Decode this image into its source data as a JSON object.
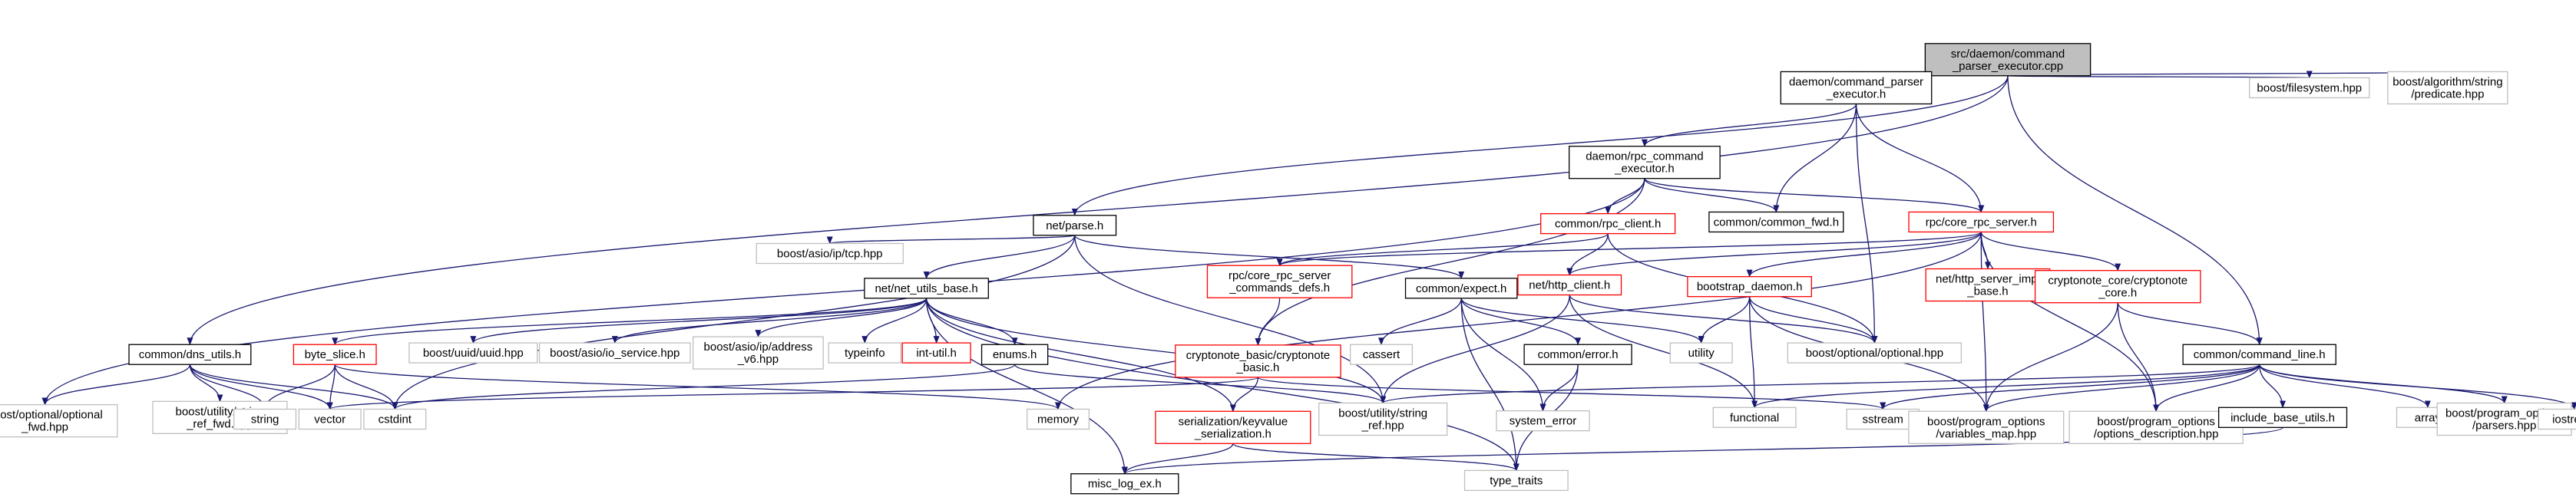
{
  "graph": {
    "colors": {
      "root_fill": "#bfbfbf",
      "root_stroke": "#000000",
      "documented_stroke": "#000000",
      "external_stroke": "#bfbfbf",
      "truncated_stroke": "#ff0000",
      "edge": "#191970",
      "text": "#000000"
    },
    "nodes": [
      {
        "id": "root",
        "kind": "root",
        "lines": [
          "src/daemon/command",
          "_parser_executor.cpp"
        ]
      },
      {
        "id": "cpe_h",
        "kind": "documented",
        "lines": [
          "daemon/command_parser",
          "_executor.h"
        ]
      },
      {
        "id": "fs",
        "kind": "external",
        "lines": [
          "boost/filesystem.hpp"
        ]
      },
      {
        "id": "pred",
        "kind": "external",
        "lines": [
          "boost/algorithm/string",
          "/predicate.hpp"
        ]
      },
      {
        "id": "rce",
        "kind": "documented",
        "lines": [
          "daemon/rpc_command",
          "_executor.h"
        ]
      },
      {
        "id": "parse",
        "kind": "documented",
        "lines": [
          "net/parse.h"
        ]
      },
      {
        "id": "rpcc",
        "kind": "truncated",
        "lines": [
          "common/rpc_client.h"
        ]
      },
      {
        "id": "cfwd",
        "kind": "documented",
        "lines": [
          "common/common_fwd.h"
        ]
      },
      {
        "id": "crs",
        "kind": "truncated",
        "lines": [
          "rpc/core_rpc_server.h"
        ]
      },
      {
        "id": "tcp",
        "kind": "external",
        "lines": [
          "boost/asio/ip/tcp.hpp"
        ]
      },
      {
        "id": "nub",
        "kind": "documented",
        "lines": [
          "net/net_utils_base.h"
        ]
      },
      {
        "id": "rcd",
        "kind": "truncated",
        "lines": [
          "rpc/core_rpc_server",
          "_commands_defs.h"
        ]
      },
      {
        "id": "expect",
        "kind": "documented",
        "lines": [
          "common/expect.h"
        ]
      },
      {
        "id": "http",
        "kind": "truncated",
        "lines": [
          "net/http_client.h"
        ]
      },
      {
        "id": "boot",
        "kind": "truncated",
        "lines": [
          "bootstrap_daemon.h"
        ]
      },
      {
        "id": "hsib",
        "kind": "truncated",
        "lines": [
          "net/http_server_impl",
          "_base.h"
        ]
      },
      {
        "id": "ccore",
        "kind": "truncated",
        "lines": [
          "cryptonote_core/cryptonote",
          "_core.h"
        ]
      },
      {
        "id": "dns",
        "kind": "documented",
        "lines": [
          "common/dns_utils.h"
        ]
      },
      {
        "id": "bslice",
        "kind": "truncated",
        "lines": [
          "byte_slice.h"
        ]
      },
      {
        "id": "uuid",
        "kind": "external",
        "lines": [
          "boost/uuid/uuid.hpp"
        ]
      },
      {
        "id": "iosvc",
        "kind": "external",
        "lines": [
          "boost/asio/io_service.hpp"
        ]
      },
      {
        "id": "ipv6",
        "kind": "external",
        "lines": [
          "boost/asio/ip/address",
          "_v6.hpp"
        ]
      },
      {
        "id": "typeinfo",
        "kind": "external",
        "lines": [
          "typeinfo"
        ]
      },
      {
        "id": "intutil",
        "kind": "truncated",
        "lines": [
          "int-util.h"
        ]
      },
      {
        "id": "enums",
        "kind": "documented",
        "lines": [
          "enums.h"
        ]
      },
      {
        "id": "cbasic",
        "kind": "truncated",
        "lines": [
          "cryptonote_basic/cryptonote",
          "_basic.h"
        ]
      },
      {
        "id": "cassert",
        "kind": "external",
        "lines": [
          "cassert"
        ]
      },
      {
        "id": "cerror",
        "kind": "documented",
        "lines": [
          "common/error.h"
        ]
      },
      {
        "id": "utility",
        "kind": "external",
        "lines": [
          "utility"
        ]
      },
      {
        "id": "opt",
        "kind": "external",
        "lines": [
          "boost/optional/optional.hpp"
        ]
      },
      {
        "id": "cmdline",
        "kind": "documented",
        "lines": [
          "common/command_line.h"
        ]
      },
      {
        "id": "optfwd",
        "kind": "external",
        "lines": [
          "boost/optional/optional",
          "_fwd.hpp"
        ]
      },
      {
        "id": "strref",
        "kind": "external",
        "lines": [
          "boost/utility/string",
          "_ref_fwd.hpp"
        ]
      },
      {
        "id": "string",
        "kind": "external",
        "lines": [
          "string"
        ]
      },
      {
        "id": "vector",
        "kind": "external",
        "lines": [
          "vector"
        ]
      },
      {
        "id": "cstdint",
        "kind": "external",
        "lines": [
          "cstdint"
        ]
      },
      {
        "id": "memory",
        "kind": "external",
        "lines": [
          "memory"
        ]
      },
      {
        "id": "serial",
        "kind": "truncated",
        "lines": [
          "serialization/keyvalue",
          "_serialization.h"
        ]
      },
      {
        "id": "strrefhpp",
        "kind": "external",
        "lines": [
          "boost/utility/string",
          "_ref.hpp"
        ]
      },
      {
        "id": "syserr",
        "kind": "external",
        "lines": [
          "system_error"
        ]
      },
      {
        "id": "functional",
        "kind": "external",
        "lines": [
          "functional"
        ]
      },
      {
        "id": "sstream",
        "kind": "external",
        "lines": [
          "sstream"
        ]
      },
      {
        "id": "vmap",
        "kind": "external",
        "lines": [
          "boost/program_options",
          "/variables_map.hpp"
        ]
      },
      {
        "id": "odesc",
        "kind": "external",
        "lines": [
          "boost/program_options",
          "/options_description.hpp"
        ]
      },
      {
        "id": "incbase",
        "kind": "documented",
        "lines": [
          "include_base_utils.h"
        ]
      },
      {
        "id": "array",
        "kind": "external",
        "lines": [
          "array"
        ]
      },
      {
        "id": "parsers",
        "kind": "external",
        "lines": [
          "boost/program_options",
          "/parsers.hpp"
        ]
      },
      {
        "id": "iostream",
        "kind": "external",
        "lines": [
          "iostream"
        ]
      },
      {
        "id": "misclog",
        "kind": "documented",
        "lines": [
          "misc_log_ex.h"
        ]
      },
      {
        "id": "typetraits",
        "kind": "external",
        "lines": [
          "type_traits"
        ]
      }
    ],
    "edges": [
      [
        "root",
        "cpe_h"
      ],
      [
        "root",
        "fs"
      ],
      [
        "root",
        "pred"
      ],
      [
        "root",
        "parse"
      ],
      [
        "root",
        "dns"
      ],
      [
        "root",
        "cmdline"
      ],
      [
        "cpe_h",
        "rce"
      ],
      [
        "cpe_h",
        "cfwd"
      ],
      [
        "cpe_h",
        "crs"
      ],
      [
        "cpe_h",
        "opt"
      ],
      [
        "rce",
        "rpcc"
      ],
      [
        "rce",
        "cfwd"
      ],
      [
        "rce",
        "crs"
      ],
      [
        "rce",
        "cbasic"
      ],
      [
        "rce",
        "optfwd"
      ],
      [
        "parse",
        "tcp"
      ],
      [
        "parse",
        "nub"
      ],
      [
        "parse",
        "expect"
      ],
      [
        "parse",
        "strrefhpp"
      ],
      [
        "parse",
        "cstdint"
      ],
      [
        "rpcc",
        "rcd"
      ],
      [
        "rpcc",
        "http"
      ],
      [
        "rpcc",
        "opt"
      ],
      [
        "crs",
        "rcd"
      ],
      [
        "crs",
        "http"
      ],
      [
        "crs",
        "boot"
      ],
      [
        "crs",
        "hsib"
      ],
      [
        "crs",
        "ccore"
      ],
      [
        "crs",
        "memory"
      ],
      [
        "crs",
        "vmap"
      ],
      [
        "crs",
        "odesc"
      ],
      [
        "nub",
        "bslice"
      ],
      [
        "nub",
        "uuid"
      ],
      [
        "nub",
        "iosvc"
      ],
      [
        "nub",
        "ipv6"
      ],
      [
        "nub",
        "typeinfo"
      ],
      [
        "nub",
        "intutil"
      ],
      [
        "nub",
        "enums"
      ],
      [
        "nub",
        "serial"
      ],
      [
        "nub",
        "misclog"
      ],
      [
        "nub",
        "strrefhpp"
      ],
      [
        "nub",
        "typetraits"
      ],
      [
        "rcd",
        "cbasic"
      ],
      [
        "expect",
        "cassert"
      ],
      [
        "expect",
        "cerror"
      ],
      [
        "expect",
        "syserr"
      ],
      [
        "expect",
        "typetraits"
      ],
      [
        "expect",
        "utility"
      ],
      [
        "http",
        "opt"
      ],
      [
        "http",
        "functional"
      ],
      [
        "http",
        "strrefhpp"
      ],
      [
        "boot",
        "utility"
      ],
      [
        "boot",
        "opt"
      ],
      [
        "boot",
        "functional"
      ],
      [
        "boot",
        "vmap"
      ],
      [
        "ccore",
        "cmdline"
      ],
      [
        "ccore",
        "vmap"
      ],
      [
        "ccore",
        "odesc"
      ],
      [
        "dns",
        "optfwd"
      ],
      [
        "dns",
        "strref"
      ],
      [
        "dns",
        "string"
      ],
      [
        "dns",
        "vector"
      ],
      [
        "dns",
        "cstdint"
      ],
      [
        "bslice",
        "string"
      ],
      [
        "bslice",
        "vector"
      ],
      [
        "bslice",
        "cstdint"
      ],
      [
        "bslice",
        "memory"
      ],
      [
        "enums",
        "cstdint"
      ],
      [
        "enums",
        "strrefhpp"
      ],
      [
        "cbasic",
        "serial"
      ],
      [
        "cbasic",
        "vector"
      ],
      [
        "cbasic",
        "sstream"
      ],
      [
        "cerror",
        "syserr"
      ],
      [
        "cerror",
        "typetraits"
      ],
      [
        "serial",
        "misclog"
      ],
      [
        "serial",
        "typetraits"
      ],
      [
        "cmdline",
        "functional"
      ],
      [
        "cmdline",
        "sstream"
      ],
      [
        "cmdline",
        "vmap"
      ],
      [
        "cmdline",
        "odesc"
      ],
      [
        "cmdline",
        "array"
      ],
      [
        "cmdline",
        "parsers"
      ],
      [
        "cmdline",
        "iostream"
      ],
      [
        "cmdline",
        "incbase"
      ],
      [
        "cmdline",
        "strrefhpp"
      ],
      [
        "incbase",
        "misclog"
      ]
    ]
  }
}
